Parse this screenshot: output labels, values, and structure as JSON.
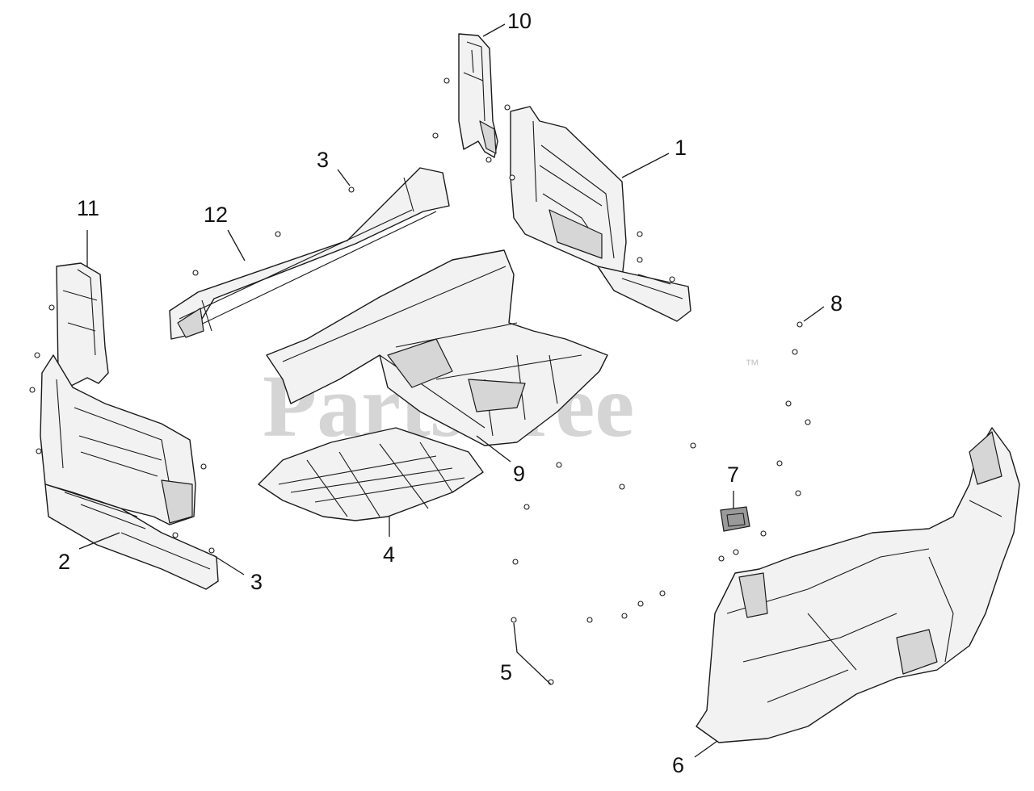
{
  "watermark": {
    "brand": "PartsTree",
    "trademark": "™"
  },
  "callouts": {
    "c1": "1",
    "c2": "2",
    "c3a": "3",
    "c3b": "3",
    "c4": "4",
    "c5": "5",
    "c6": "6",
    "c7": "7",
    "c8": "8",
    "c9": "9",
    "c10": "10",
    "c11": "11",
    "c12": "12"
  }
}
